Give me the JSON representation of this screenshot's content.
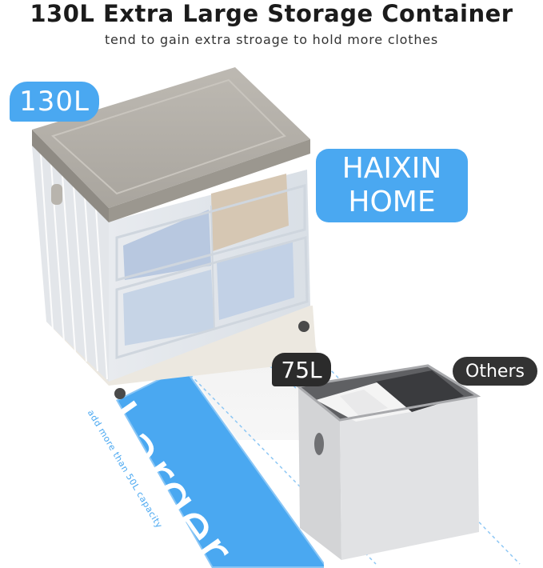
{
  "header": {
    "title": "130L Extra Large Storage Container",
    "subtitle": "tend to gain extra stroage to hold more clothes"
  },
  "labels": {
    "big_capacity": "130L",
    "brand_line1": "HAIXIN",
    "brand_line2": "HOME",
    "small_capacity": "75L",
    "others": "Others",
    "larger": "Larger",
    "capacity_note": "add more than 50L capacity"
  },
  "colors": {
    "accent_blue": "#4aa8f1",
    "dark_tag": "#2b2b2b",
    "lid_gray": "#a39f98"
  }
}
